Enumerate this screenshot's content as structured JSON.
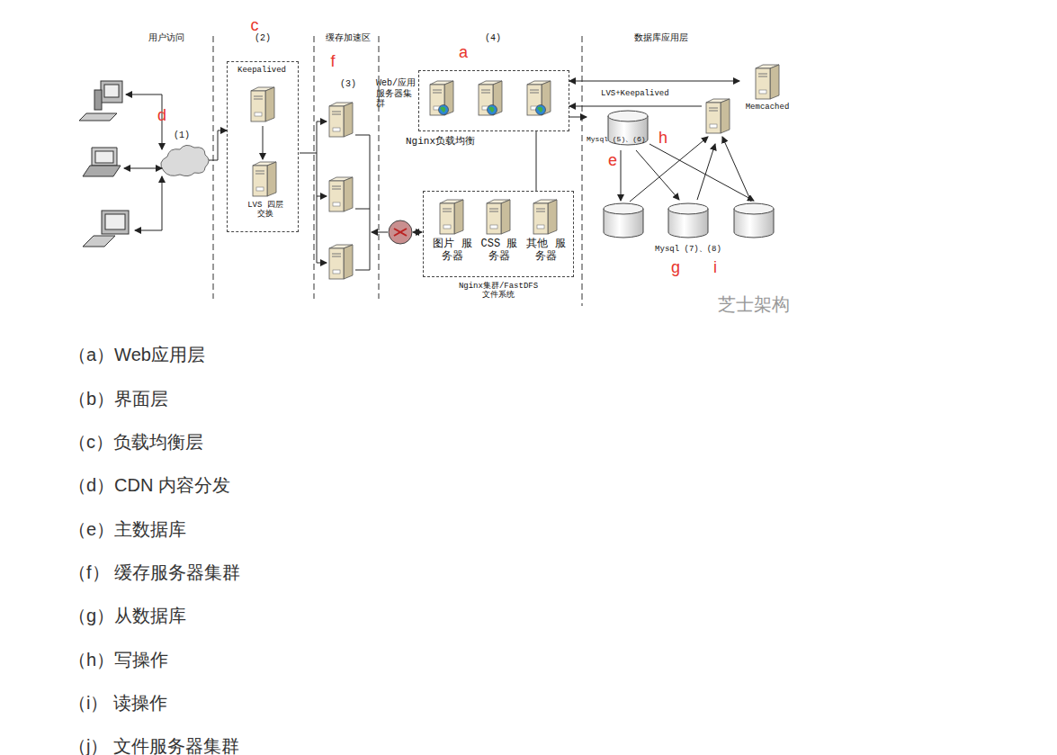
{
  "diagram": {
    "nodes": [
      {
        "text": [
          "(1)"
        ]
      },
      {
        "text": [
          "Keepalived"
        ]
      },
      {
        "text": [
          "LVS 四层交换"
        ],
        "in": 1
      },
      {
        "text": [
          "Web/应用服务器集群",
          "Nginx负载均衡"
        ]
      },
      {
        "text": [
          "Nginx集群/FastDFS 文件系统"
        ]
      },
      {
        "text": [
          "图片 服务器"
        ],
        "in": 4
      },
      {
        "text": [
          "CSS 服务器"
        ],
        "in": 4
      },
      {
        "text": [
          "其他 服务器"
        ],
        "in": 4
      },
      {
        "text": [
          "Memcached"
        ]
      },
      {
        "text": [
          "LVS+Keepalived"
        ]
      },
      {
        "text": [
          "Mysql (5)、(6)"
        ]
      },
      {
        "text": [
          "Mysql (7)、(8)"
        ]
      }
    ],
    "edges": [
      {
        "from": 0,
        "to": 1,
        "arrow": "to"
      },
      {
        "from": 3,
        "to": 8,
        "arrow": "both"
      },
      {
        "from": 9,
        "to": 3,
        "arrow": "to"
      },
      {
        "from": 3,
        "to": 10,
        "arrow": "to"
      },
      {
        "from": 3,
        "to": 4,
        "arrow": "none"
      },
      {
        "from": 10,
        "to": 11,
        "arrow": "to"
      },
      {
        "from": 11,
        "to": 9,
        "arrow": "to"
      }
    ],
    "labels": [
      "用户访问",
      "(2)",
      "缓存加速区",
      "(3)",
      "(4)",
      "数据库应用层",
      "c",
      "f",
      "a",
      "d",
      "e",
      "h",
      "g",
      "i",
      "芝士架构",
      "（a）Web应用层",
      "（b）界面层",
      "（c）负载均衡层",
      "（d）CDN 内容分发",
      "（e）主数据库",
      "（f） 缓存服务器集群",
      "（g）从数据库",
      "（h）写操作",
      "（i） 读操作",
      "（j） 文件服务器集群"
    ]
  }
}
